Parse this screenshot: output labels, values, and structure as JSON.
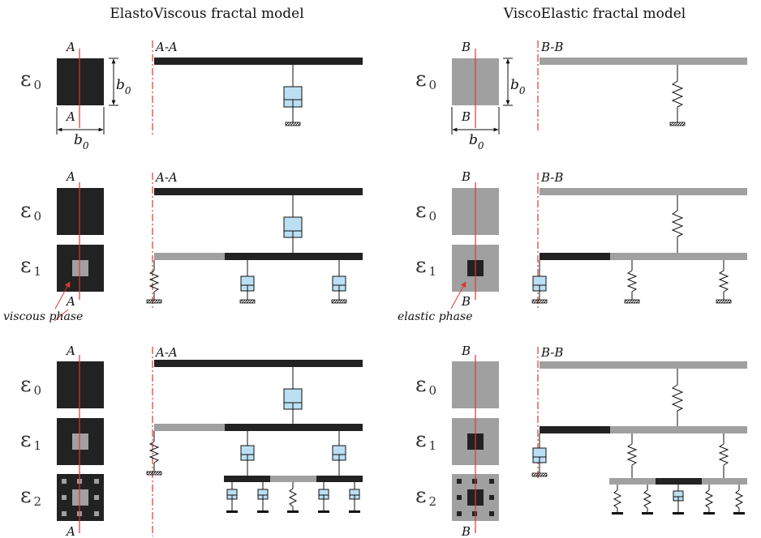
{
  "titles": {
    "left": "ElastoViscous fractal model",
    "right": "ViscoElastic fractal model"
  },
  "labels": {
    "a": "A",
    "b": "B",
    "section_a": "A-A",
    "section_b": "B-B",
    "dimension": "b",
    "dimension_sub": "0"
  },
  "levels": {
    "eps_symbol": "ε",
    "eps0": "0",
    "eps1": "1",
    "eps2": "2"
  },
  "annotations": {
    "viscous": "viscous phase",
    "elastic": "elastic phase"
  },
  "colors": {
    "dark_phase": "#222222",
    "light_phase": "#a0a0a1",
    "dashpot_fill": "#bcdff4",
    "section_line": "#d83a30",
    "arrow": "#d83a30"
  },
  "icons": {
    "spring": "spring-icon",
    "dashpot": "dashpot-icon",
    "ground": "ground-hatch-icon"
  }
}
